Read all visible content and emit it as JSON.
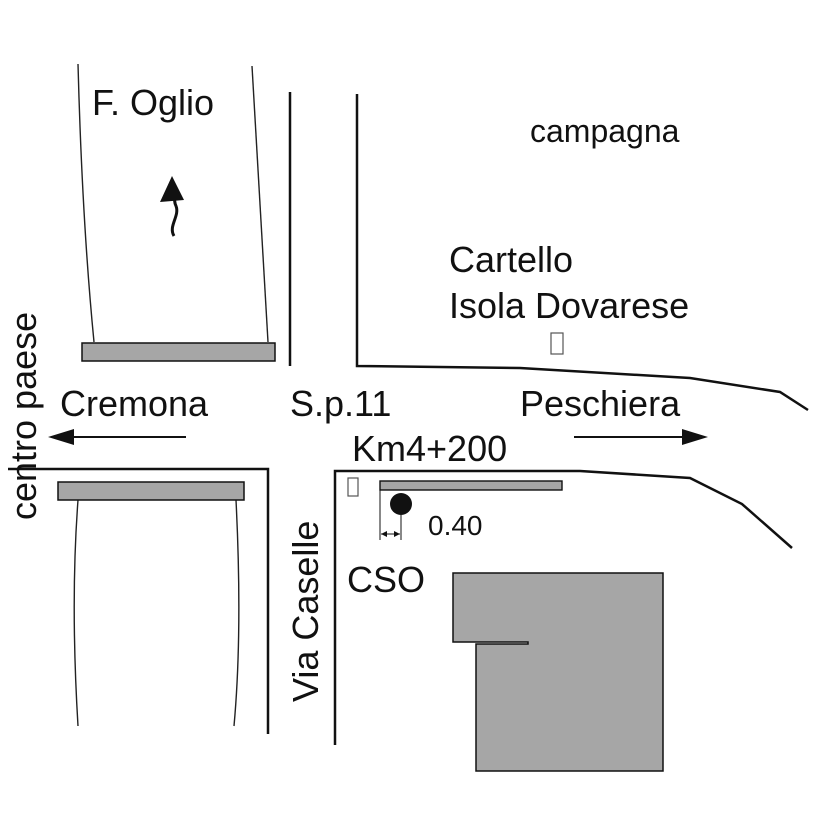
{
  "labels": {
    "river": "F. Oglio",
    "countryside": "campagna",
    "sign_line1": "Cartello",
    "sign_line2": "Isola Dovarese",
    "town_center": "centro paese",
    "west": "Cremona",
    "road": "S.p.11",
    "east": "Peschiera",
    "km": "Km4+200",
    "distance": "0.40",
    "side_street": "Via Caselle",
    "site": "CSO"
  },
  "colors": {
    "ink": "#111111",
    "fill": "#a6a6a6"
  }
}
